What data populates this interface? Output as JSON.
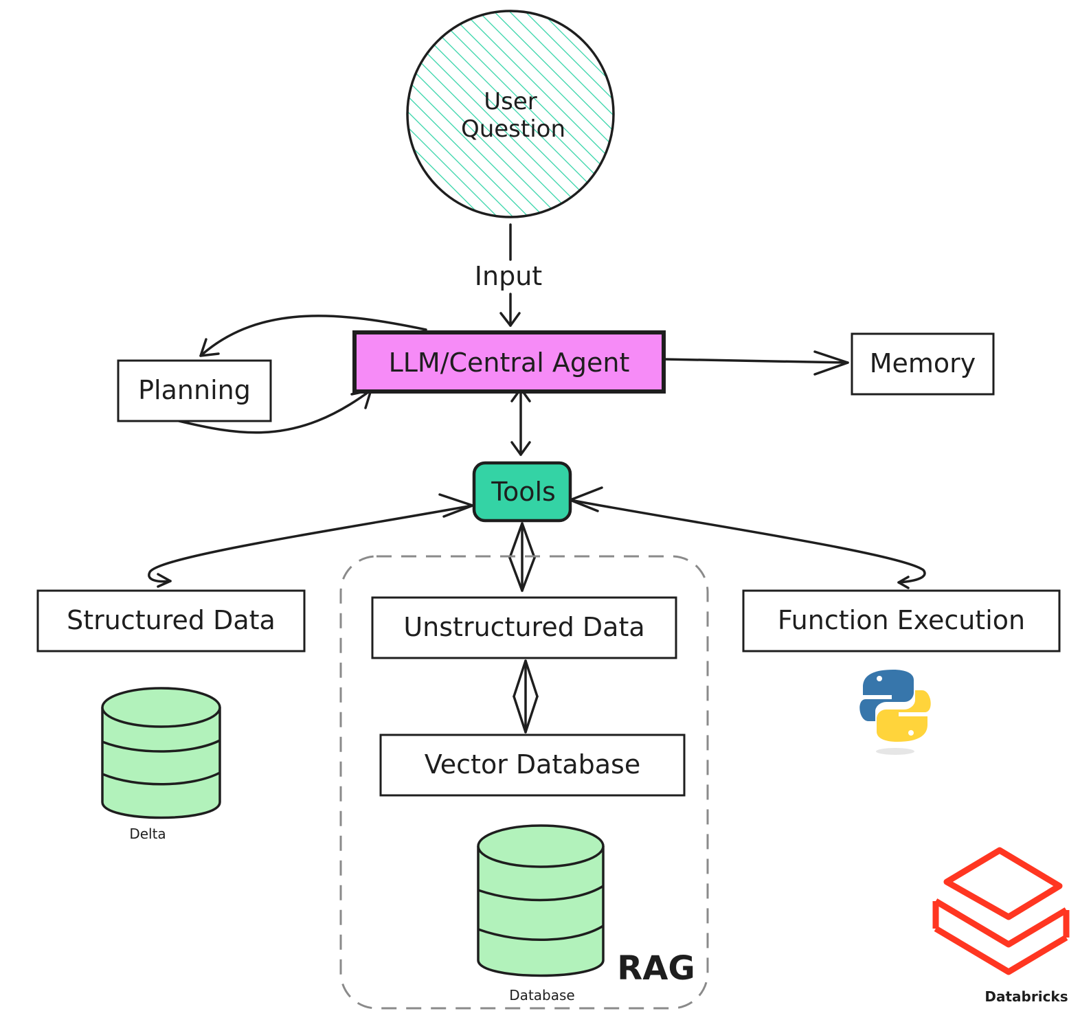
{
  "nodes": {
    "user_question": {
      "line1": "User",
      "line2": "Question",
      "fill": "#2fd3a6",
      "pattern": "diagonal-hatch"
    },
    "input_label": "Input",
    "llm_agent": {
      "label": "LLM/Central Agent",
      "fill": "#f68bf7"
    },
    "planning": {
      "label": "Planning"
    },
    "memory": {
      "label": "Memory"
    },
    "tools": {
      "label": "Tools",
      "fill": "#34d3a5"
    },
    "structured_data": {
      "label": "Structured Data"
    },
    "unstructured_data": {
      "label": "Unstructured Data"
    },
    "function_execution": {
      "label": "Function Execution"
    },
    "vector_database": {
      "label": "Vector Database"
    },
    "delta_db": {
      "label": "Delta",
      "fill": "#b2f2bb"
    },
    "rag_db": {
      "label": "Database",
      "fill": "#b2f2bb"
    },
    "rag_group": {
      "label": "RAG"
    }
  },
  "icons": {
    "python": {
      "icon": "python-logo-icon",
      "blue": "#3776ab",
      "yellow": "#ffd43b"
    },
    "databricks": {
      "icon": "databricks-logo-icon",
      "label": "Databricks",
      "color": "#ff3621"
    }
  },
  "edges": [
    {
      "from": "User Question",
      "to": "LLM/Central Agent",
      "label": "Input"
    },
    {
      "from": "LLM/Central Agent",
      "to": "Planning"
    },
    {
      "from": "Planning",
      "to": "LLM/Central Agent"
    },
    {
      "from": "LLM/Central Agent",
      "to": "Memory"
    },
    {
      "from": "LLM/Central Agent",
      "to": "Tools",
      "bidirectional": true
    },
    {
      "from": "Tools",
      "to": "Structured Data",
      "bidirectional": true
    },
    {
      "from": "Tools",
      "to": "Unstructured Data",
      "bidirectional": true
    },
    {
      "from": "Tools",
      "to": "Function Execution",
      "bidirectional": true
    },
    {
      "from": "Unstructured Data",
      "to": "Vector Database",
      "bidirectional": true
    }
  ]
}
